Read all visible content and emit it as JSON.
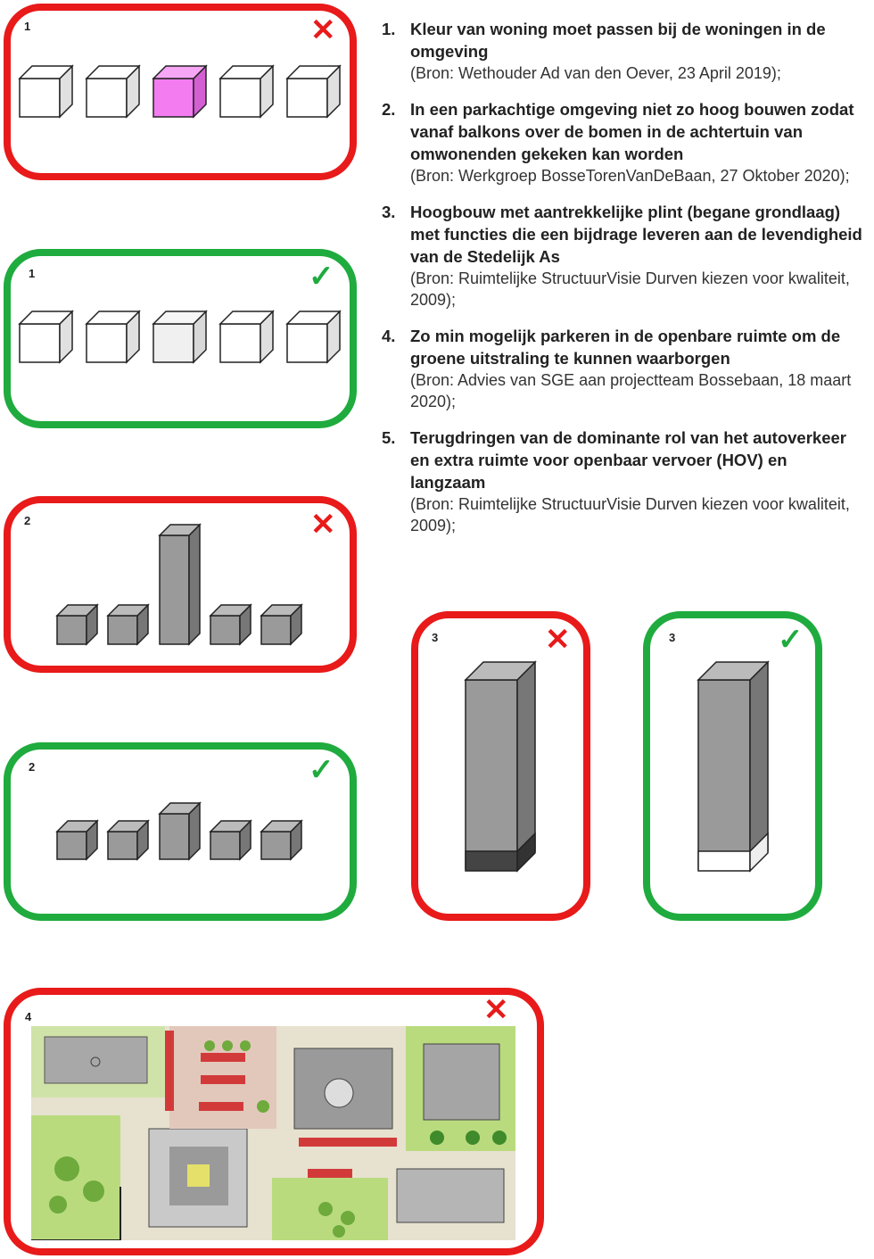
{
  "requirements": [
    {
      "number": "1.",
      "text": "Kleur van woning moet passen bij de woningen in de omgeving",
      "source": "(Bron: Wethouder Ad van den Oever, 23 April 2019);"
    },
    {
      "number": "2.",
      "text": "In een parkachtige omgeving niet zo hoog bouwen zodat vanaf balkons over de bomen in de achtertuin van omwonenden gekeken kan worden",
      "source": "(Bron: Werkgroep BosseTorenVanDeBaan, 27 Oktober 2020);"
    },
    {
      "number": "3.",
      "text": "Hoogbouw met aantrekkelijke plint (begane grondlaag) met functies die een bijdrage leveren aan de levendigheid van de Stedelijk As",
      "source": "(Bron: Ruimtelijke StructuurVisie Durven kiezen voor kwaliteit, 2009);"
    },
    {
      "number": "4.",
      "text": "Zo min mogelijk parkeren in de openbare ruimte om de groene uitstraling te kunnen waarborgen",
      "source": "(Bron: Advies van SGE aan projectteam Bossebaan, 18 maart 2020);"
    },
    {
      "number": "5.",
      "text": "Terugdringen van de dominante rol van het autoverkeer en extra ruimte voor openbaar vervoer (HOV) en langzaam",
      "source": "(Bron: Ruimtelijke StructuurVisie Durven kiezen voor kwaliteit, 2009);"
    }
  ],
  "panels": [
    {
      "label": "1",
      "verdict": "wrong",
      "symbol": "✕"
    },
    {
      "label": "1",
      "verdict": "right",
      "symbol": "✓"
    },
    {
      "label": "2",
      "verdict": "wrong",
      "symbol": "✕"
    },
    {
      "label": "2",
      "verdict": "right",
      "symbol": "✓"
    },
    {
      "label": "3",
      "verdict": "wrong",
      "symbol": "✕"
    },
    {
      "label": "3",
      "verdict": "right",
      "symbol": "✓"
    },
    {
      "label": "4",
      "verdict": "wrong",
      "symbol": "✕"
    }
  ],
  "colors": {
    "wrong": "#e81a1a",
    "right": "#1fab3e",
    "highlight_cube": "#f27cf0",
    "building_gray": "#9a9a9a"
  }
}
